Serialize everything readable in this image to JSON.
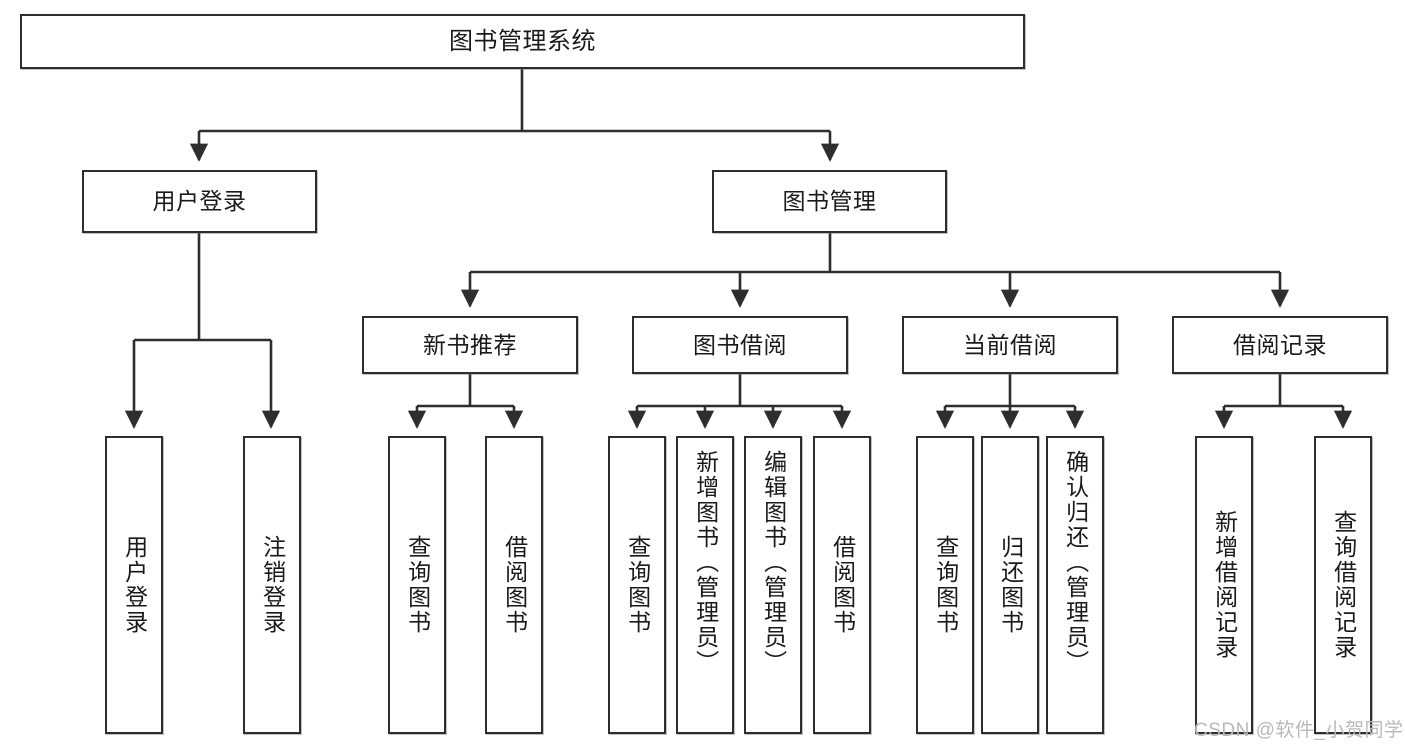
{
  "diagram": {
    "title": "图书管理系统",
    "type": "tree-hierarchy",
    "orientation": "top-down",
    "colors": {
      "box_border": "#2e2e2e",
      "box_fill": "#ffffff",
      "edge": "#2e2e2e",
      "text": "#1a1a1a",
      "watermark": "#b9b9b9",
      "background": "#ffffff"
    },
    "nodes": {
      "root": {
        "label": "图书管理系统"
      },
      "level2": [
        {
          "id": "user-login",
          "label": "用户登录"
        },
        {
          "id": "book-manage",
          "label": "图书管理"
        }
      ],
      "level3": [
        {
          "id": "new-book-recommend",
          "label": "新书推荐"
        },
        {
          "id": "book-borrow",
          "label": "图书借阅"
        },
        {
          "id": "current-borrow",
          "label": "当前借阅"
        },
        {
          "id": "borrow-record",
          "label": "借阅记录"
        }
      ],
      "leaves": {
        "user-login": [
          {
            "id": "leaf-user-login",
            "label": "用户登录"
          },
          {
            "id": "leaf-logout",
            "label": "注销登录"
          }
        ],
        "new-book-recommend": [
          {
            "id": "leaf-query-book-1",
            "label": "查询图书"
          },
          {
            "id": "leaf-borrow-book-1",
            "label": "借阅图书"
          }
        ],
        "book-borrow": [
          {
            "id": "leaf-query-book-2",
            "label": "查询图书"
          },
          {
            "id": "leaf-add-book",
            "label": "新增图书（管理员）"
          },
          {
            "id": "leaf-edit-book",
            "label": "编辑图书（管理员）"
          },
          {
            "id": "leaf-borrow-book-2",
            "label": "借阅图书"
          }
        ],
        "current-borrow": [
          {
            "id": "leaf-query-book-3",
            "label": "查询图书"
          },
          {
            "id": "leaf-return-book",
            "label": "归还图书"
          },
          {
            "id": "leaf-confirm-return",
            "label": "确认归还（管理员）"
          }
        ],
        "borrow-record": [
          {
            "id": "leaf-add-record",
            "label": "新增借阅记录"
          },
          {
            "id": "leaf-query-record",
            "label": "查询借阅记录"
          }
        ]
      }
    },
    "watermark": "CSDN @软件_小贺同学"
  }
}
